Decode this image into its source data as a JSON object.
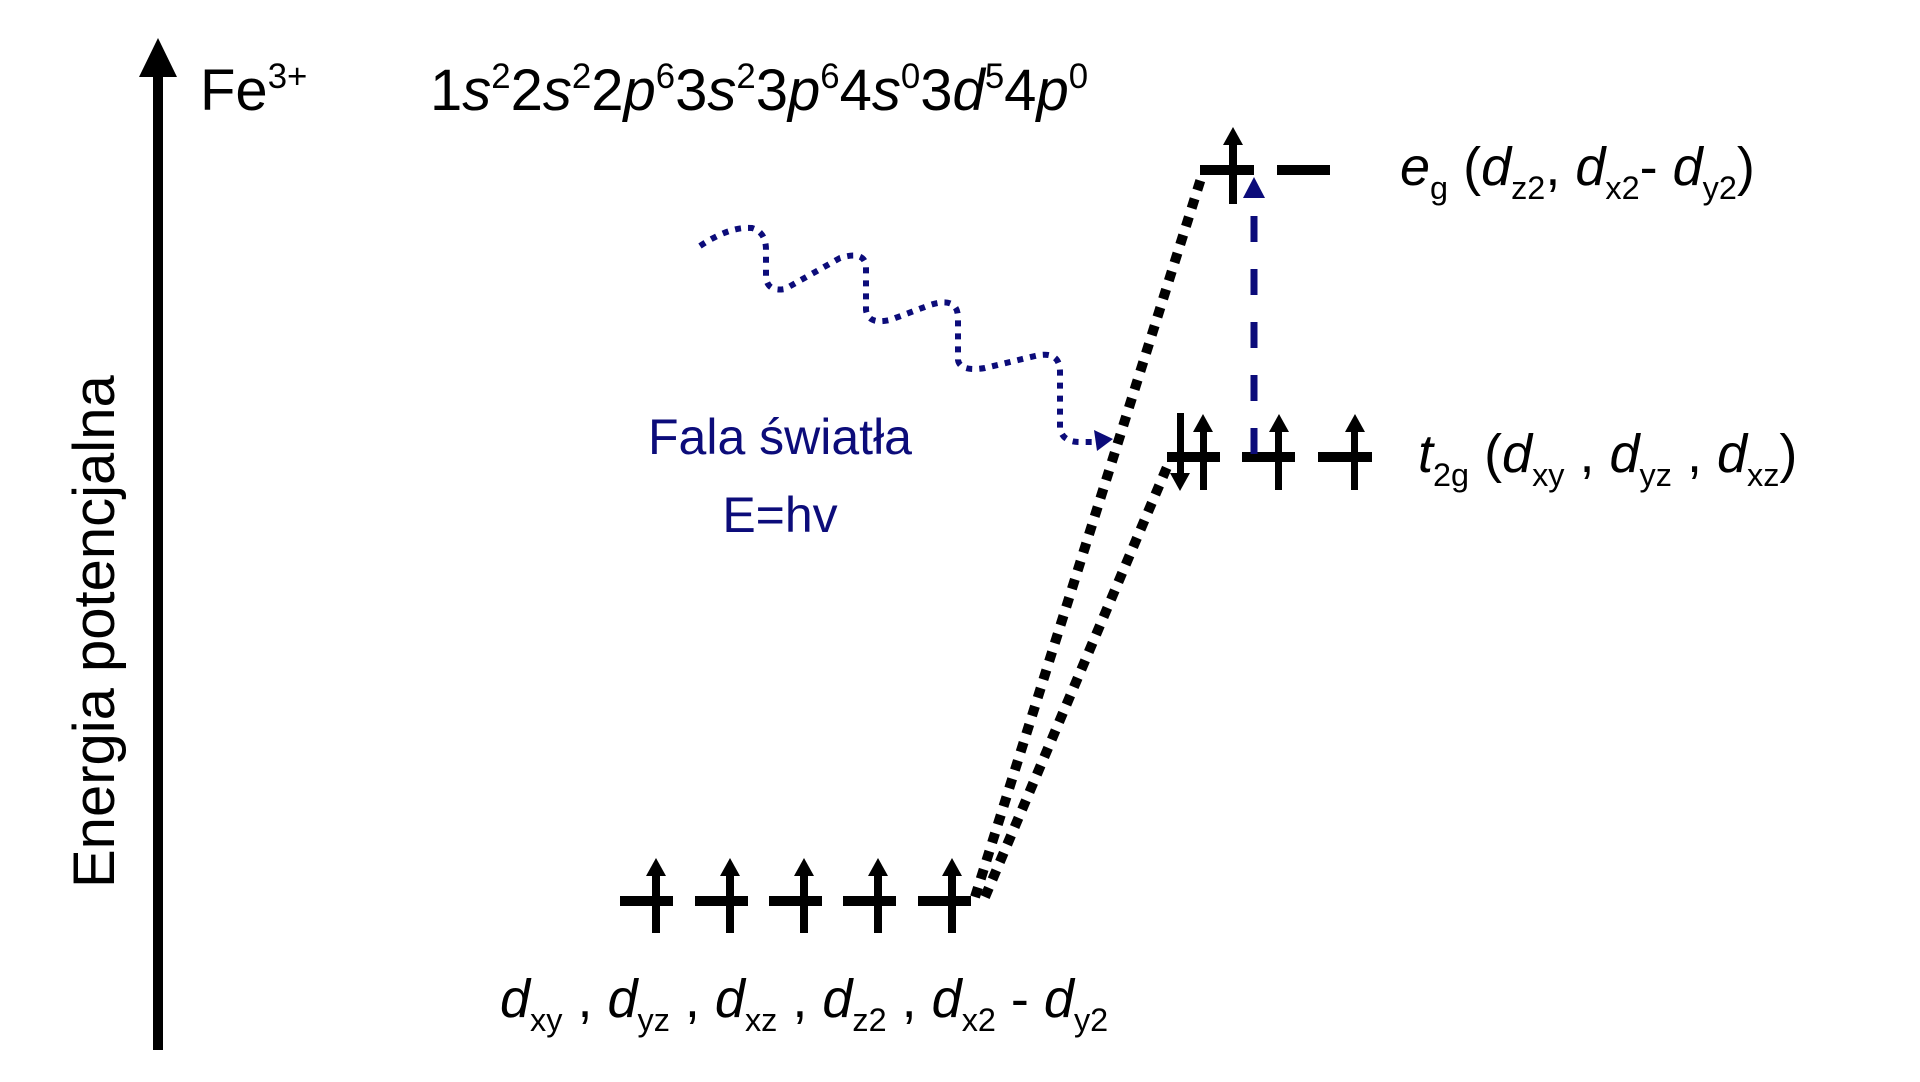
{
  "axis": {
    "title": "Energia potencjalna"
  },
  "ion": {
    "symbol": "Fe",
    "charge": "3+"
  },
  "configuration": [
    {
      "n": "1",
      "l": "s",
      "e": "2"
    },
    {
      "n": "2",
      "l": "s",
      "e": "2"
    },
    {
      "n": "2",
      "l": "p",
      "e": "6"
    },
    {
      "n": "3",
      "l": "s",
      "e": "2"
    },
    {
      "n": "3",
      "l": "p",
      "e": "6"
    },
    {
      "n": "4",
      "l": "s",
      "e": "0"
    },
    {
      "n": "3",
      "l": "d",
      "e": "5"
    },
    {
      "n": "4",
      "l": "p",
      "e": "0"
    }
  ],
  "light": {
    "line1": "Fala światła",
    "line2": "E=hv",
    "color": "#0c0c7a"
  },
  "levels": {
    "free_ion": {
      "label_parts": [
        {
          "d": "d",
          "sub": "xy",
          "sep": " , "
        },
        {
          "d": "d",
          "sub": "yz",
          "sep": " , "
        },
        {
          "d": "d",
          "sub": "xz",
          "sep": " , "
        },
        {
          "d": "d",
          "sub": "z2",
          "sep": " , "
        },
        {
          "d": "d",
          "sub": "x2",
          "sep": " - "
        },
        {
          "d": "d",
          "sub": "y2",
          "sep": ""
        }
      ],
      "orbitals": 5,
      "electrons": [
        "up",
        "up",
        "up",
        "up",
        "up"
      ]
    },
    "t2g": {
      "symbol": "t",
      "symbol_sub": "2g",
      "open": "(",
      "parts": [
        {
          "d": "d",
          "sub": "xy",
          "sep": " , "
        },
        {
          "d": "d",
          "sub": "yz",
          "sep": " , "
        },
        {
          "d": "d",
          "sub": "xz",
          "sep": ""
        }
      ],
      "close": ")",
      "electrons": [
        "up-down",
        "up",
        "up"
      ]
    },
    "eg": {
      "symbol": "e",
      "symbol_sub": "g",
      "open": "(",
      "parts": [
        {
          "d": "d",
          "sub": "z2",
          "sep": ", "
        },
        {
          "d": "d",
          "sub": "x2",
          "sep": "- "
        },
        {
          "d": "d",
          "sub": "y2",
          "sep": ""
        }
      ],
      "close": ")",
      "electrons": [
        "up",
        "empty"
      ]
    }
  },
  "transition": {
    "from": "t2g",
    "to": "eg",
    "style": "dashed",
    "color": "#0c0c7a"
  }
}
